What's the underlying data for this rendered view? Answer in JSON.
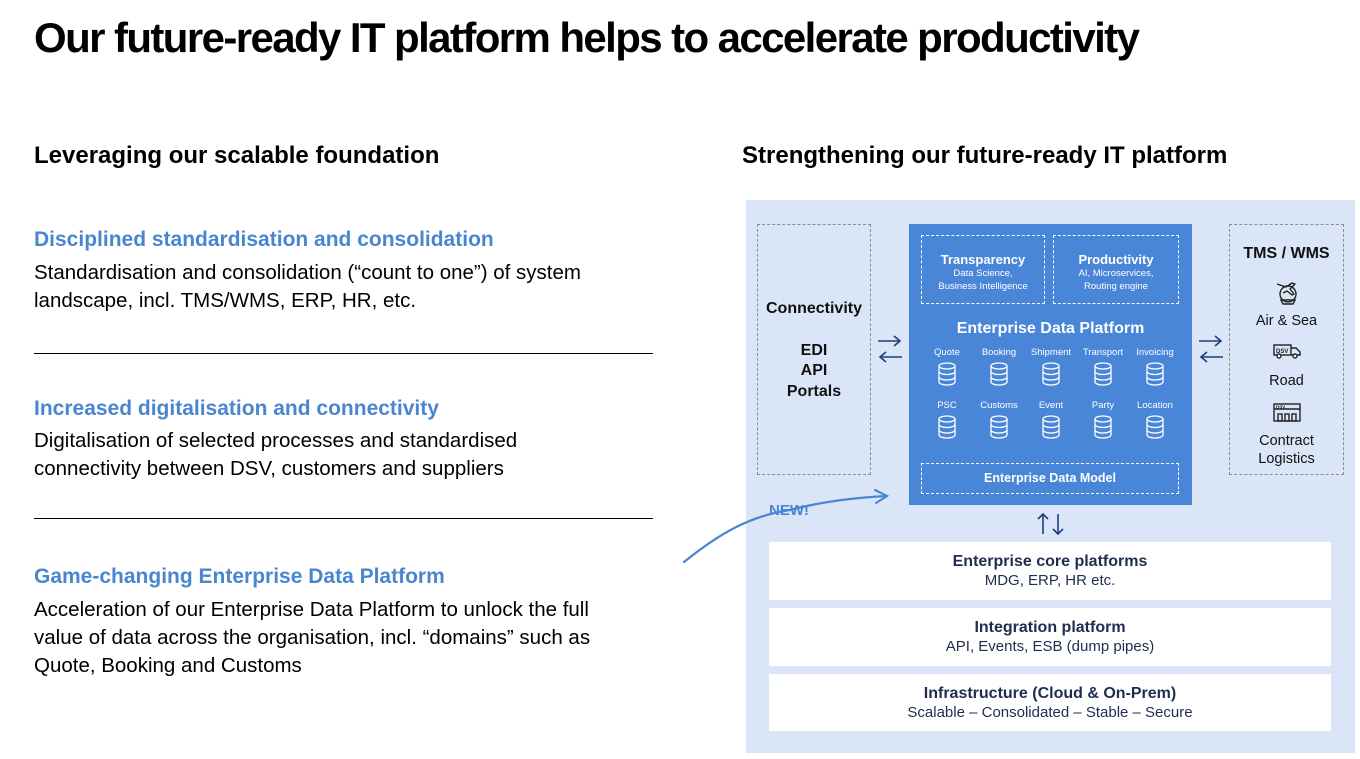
{
  "header": {
    "title": "Our future-ready IT platform helps to accelerate productivity"
  },
  "left": {
    "title": "Leveraging our scalable foundation",
    "sections": [
      {
        "heading": "Disciplined standardisation and consolidation",
        "lines": [
          "Standardisation and consolidation (“count to one”) of system",
          "landscape, incl. TMS/WMS, ERP, HR, etc."
        ]
      },
      {
        "heading": "Increased digitalisation and connectivity",
        "lines": [
          "Digitalisation of selected processes and standardised",
          "connectivity between DSV, customers and suppliers"
        ]
      },
      {
        "heading": "Game-changing Enterprise Data Platform",
        "lines": [
          "Acceleration of our Enterprise Data Platform to unlock the full",
          "value of data across the organisation, incl. “domains” such as",
          "Quote, Booking and Customs"
        ]
      }
    ]
  },
  "right": {
    "title": "Strengthening our future-ready IT platform",
    "connectivity": {
      "title": "Connectivity",
      "items": [
        "EDI",
        "API",
        "Portals"
      ]
    },
    "tms": {
      "title": "TMS / WMS",
      "items": [
        "Air & Sea",
        "Road",
        "Contract",
        "Logistics"
      ],
      "icon_badge": "DSV"
    },
    "edp": {
      "transparency": {
        "title": "Transparency",
        "lines": [
          "Data Science,",
          "Business Intelligence"
        ]
      },
      "productivity": {
        "title": "Productivity",
        "lines": [
          "AI, Microservices,",
          "Routing engine"
        ]
      },
      "title": "Enterprise Data Platform",
      "domains_row1": [
        "Quote",
        "Booking",
        "Shipment",
        "Transport",
        "Invoicing"
      ],
      "domains_row2": [
        "PSC",
        "Customs",
        "Event",
        "Party",
        "Location"
      ],
      "model": "Enterprise Data Model"
    },
    "new_label": "NEW!",
    "layers": [
      {
        "title": "Enterprise core platforms",
        "sub": "MDG, ERP, HR etc."
      },
      {
        "title": "Integration platform",
        "sub": "API, Events, ESB (dump pipes)"
      },
      {
        "title": "Infrastructure (Cloud & On-Prem)",
        "sub": "Scalable – Consolidated – Stable – Secure"
      }
    ],
    "colors": {
      "accent": "#4a86d0",
      "edp_fill": "#4a86d8",
      "diagram_bg": "#dae6f8",
      "navy": "#1f2d4f"
    },
    "icons": [
      "plane-ship-icon",
      "truck-icon",
      "warehouse-icon",
      "database-icon",
      "double-arrow-icon",
      "curved-arrow-icon"
    ]
  }
}
